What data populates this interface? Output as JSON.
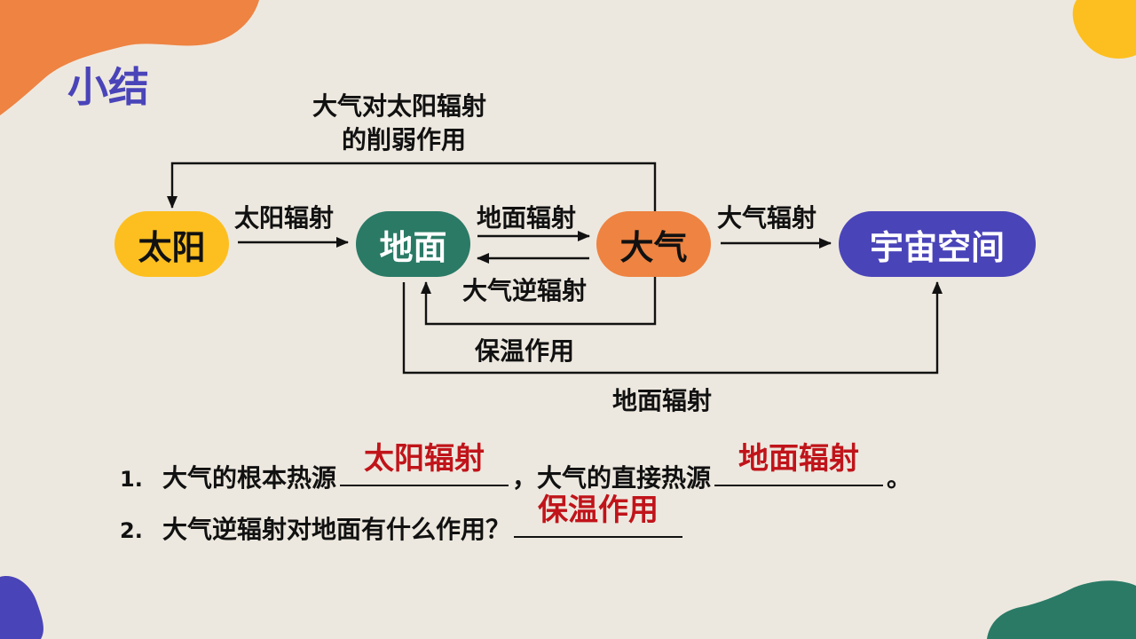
{
  "title": "小结",
  "nodes": {
    "sun": "太阳",
    "earth": "地面",
    "atmosphere": "大气",
    "space": "宇宙空间"
  },
  "edge_labels": {
    "weakening_line1": "大气对太阳辐射",
    "weakening_line2": "的削弱作用",
    "solar_radiation": "太阳辐射",
    "ground_radiation": "地面辐射",
    "atmospheric_counter_radiation": "大气逆辐射",
    "atmospheric_radiation": "大气辐射",
    "insulation": "保温作用",
    "ground_radiation_to_space": "地面辐射"
  },
  "questions": [
    {
      "number": "1.",
      "part1": "大气的根本热源",
      "answer1": "太阳辐射",
      "part2": "，大气的直接热源",
      "answer2": "地面辐射",
      "end": "。"
    },
    {
      "number": "2.",
      "text": "大气逆辐射对地面有什么作用？",
      "answer": "保温作用"
    }
  ],
  "colors": {
    "sun": "#fdbf1f",
    "earth": "#2a7a66",
    "atmosphere": "#ee8342",
    "space": "#4a44b9",
    "answer": "#c0141a",
    "title": "#4a44b9"
  }
}
